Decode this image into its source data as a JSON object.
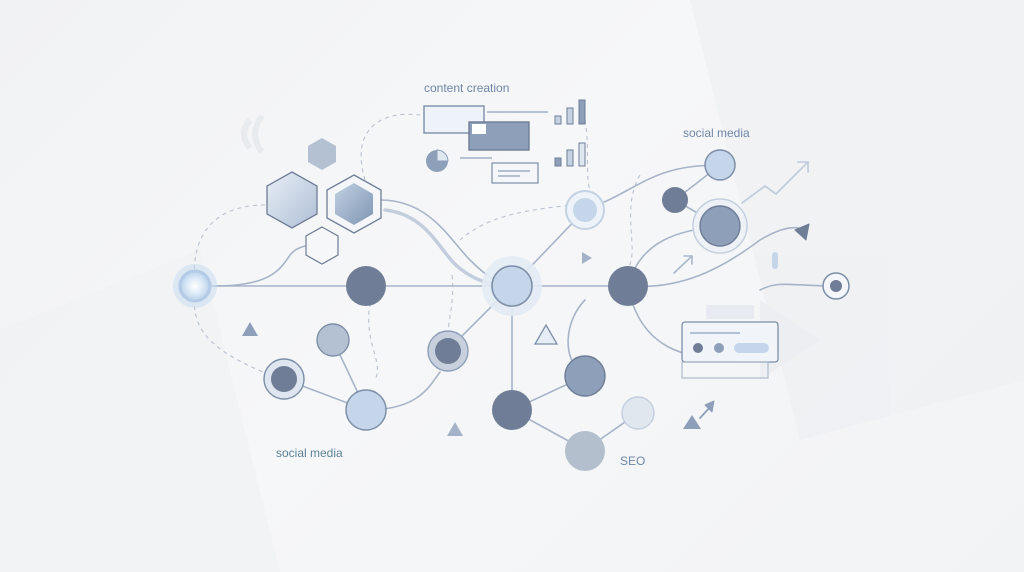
{
  "labels": {
    "content_creation": "content creation",
    "social_media_top": "social media",
    "social_media_bottom": "social media",
    "seo": "SEO"
  },
  "colors": {
    "dark_node": "#6f7d96",
    "mid_node": "#8e9fba",
    "light_node": "#c5d6ea",
    "pale_node": "#e0e7ef",
    "line": "#a7b4c8",
    "label_text": "#6f86a6"
  },
  "icons": [
    "hexagon-icon",
    "triangle-icon",
    "trend-arrow-icon",
    "bar-chart-icon",
    "pie-chart-icon",
    "window-card-icon"
  ]
}
